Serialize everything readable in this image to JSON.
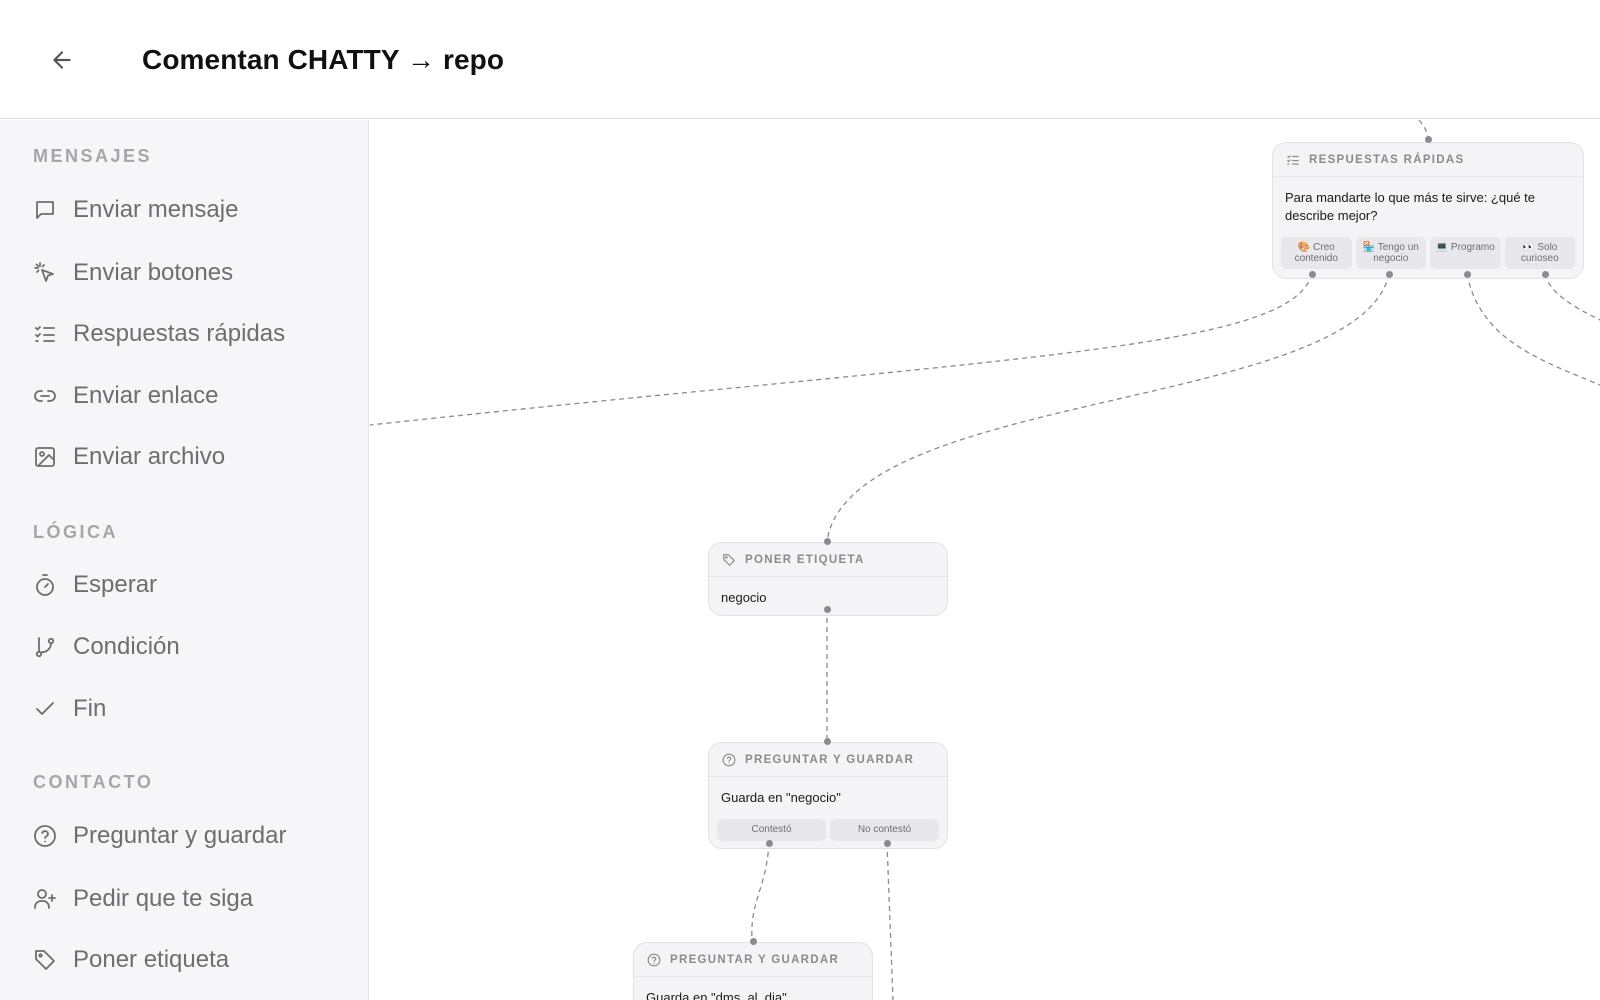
{
  "header": {
    "back_label": "←",
    "title": "Comentan CHATTY → repo"
  },
  "sidebar": {
    "sections": [
      {
        "title": "MENSAJES",
        "items": [
          {
            "label": "Enviar mensaje",
            "icon": "message-square-icon"
          },
          {
            "label": "Enviar botones",
            "icon": "pointer-click-icon"
          },
          {
            "label": "Respuestas rápidas",
            "icon": "list-checks-icon"
          },
          {
            "label": "Enviar enlace",
            "icon": "link-icon"
          },
          {
            "label": "Enviar archivo",
            "icon": "image-icon"
          }
        ]
      },
      {
        "title": "LÓGICA",
        "items": [
          {
            "label": "Esperar",
            "icon": "timer-icon"
          },
          {
            "label": "Condición",
            "icon": "git-branch-icon"
          },
          {
            "label": "Fin",
            "icon": "check-icon"
          }
        ]
      },
      {
        "title": "CONTACTO",
        "items": [
          {
            "label": "Preguntar y guardar",
            "icon": "help-circle-icon"
          },
          {
            "label": "Pedir que te siga",
            "icon": "user-plus-icon"
          },
          {
            "label": "Poner etiqueta",
            "icon": "tag-icon"
          }
        ]
      }
    ]
  },
  "canvas": {
    "nodes": {
      "quick_replies": {
        "type_label": "RESPUESTAS RÁPIDAS",
        "icon": "list-checks-icon",
        "text": "Para mandarte lo que más te sirve: ¿qué te describe mejor?",
        "options": [
          "🎨 Creo contenido",
          "🏪 Tengo un negocio",
          "💻 Programo",
          "👀 Solo curioseo"
        ]
      },
      "tag": {
        "type_label": "PONER ETIQUETA",
        "icon": "tag-icon",
        "text": "negocio"
      },
      "ask_save_1": {
        "type_label": "PREGUNTAR Y GUARDAR",
        "icon": "help-circle-icon",
        "text": "Guarda en \"negocio\"",
        "options": [
          "Contestó",
          "No contestó"
        ]
      },
      "ask_save_2": {
        "type_label": "PREGUNTAR Y GUARDAR",
        "icon": "help-circle-icon",
        "text": "Guarda en \"dms_al_dia\""
      }
    }
  },
  "colors": {
    "sidebar_bg": "#f6f6f8",
    "node_bg": "#f4f4f6",
    "edge": "#8a8a90",
    "muted_text": "#6d6d72"
  }
}
